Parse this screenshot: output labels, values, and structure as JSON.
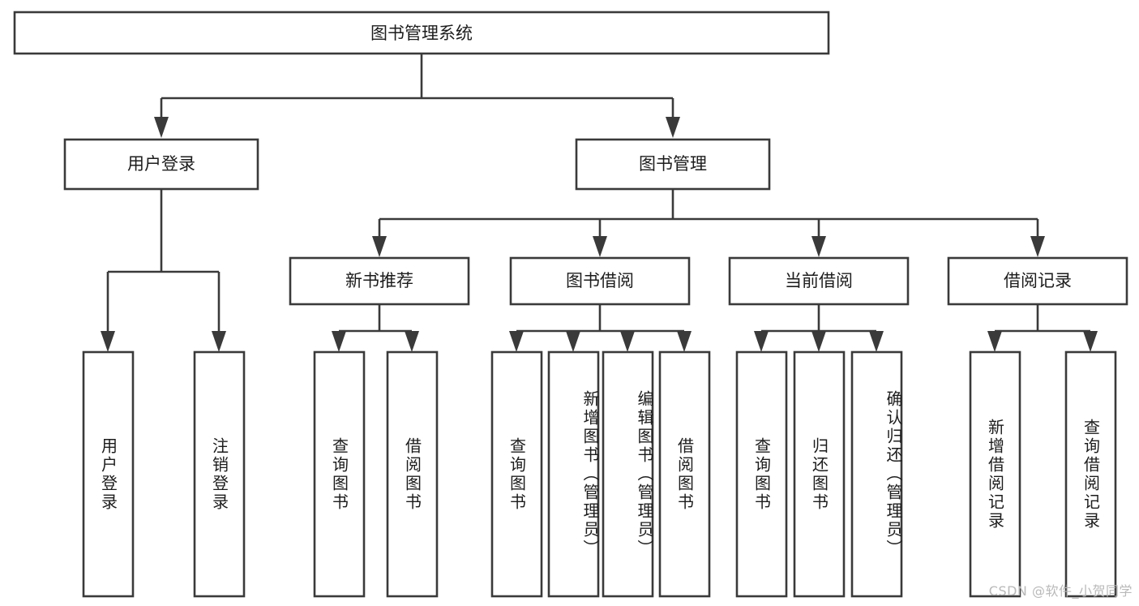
{
  "diagram": {
    "type": "tree-hierarchy",
    "title": "图书管理系统",
    "watermark": "CSDN @软件_小贺同学",
    "colors": {
      "box_stroke": "#3a3a3a",
      "box_fill": "#ffffff",
      "text": "#1c1c1c",
      "connector": "#3a3a3a",
      "background": "#ffffff",
      "watermark": "#b9b9b9"
    },
    "levels": {
      "root": {
        "label": "图书管理系统"
      },
      "level1": [
        {
          "label": "用户登录"
        },
        {
          "label": "图书管理"
        }
      ],
      "level2": [
        {
          "label": "新书推荐",
          "parent": "图书管理"
        },
        {
          "label": "图书借阅",
          "parent": "图书管理"
        },
        {
          "label": "当前借阅",
          "parent": "图书管理"
        },
        {
          "label": "借阅记录",
          "parent": "图书管理"
        }
      ],
      "leaves": {
        "用户登录": [
          {
            "label": "用户登录"
          },
          {
            "label": "注销登录"
          }
        ],
        "新书推荐": [
          {
            "label": "查询图书"
          },
          {
            "label": "借阅图书"
          }
        ],
        "图书借阅": [
          {
            "label": "查询图书"
          },
          {
            "label": "新增图书（管理员）"
          },
          {
            "label": "编辑图书（管理员）"
          },
          {
            "label": "借阅图书"
          }
        ],
        "当前借阅": [
          {
            "label": "查询图书"
          },
          {
            "label": "归还图书"
          },
          {
            "label": "确认归还（管理员）"
          }
        ],
        "借阅记录": [
          {
            "label": "新增借阅记录"
          },
          {
            "label": "查询借阅记录"
          }
        ]
      }
    }
  }
}
